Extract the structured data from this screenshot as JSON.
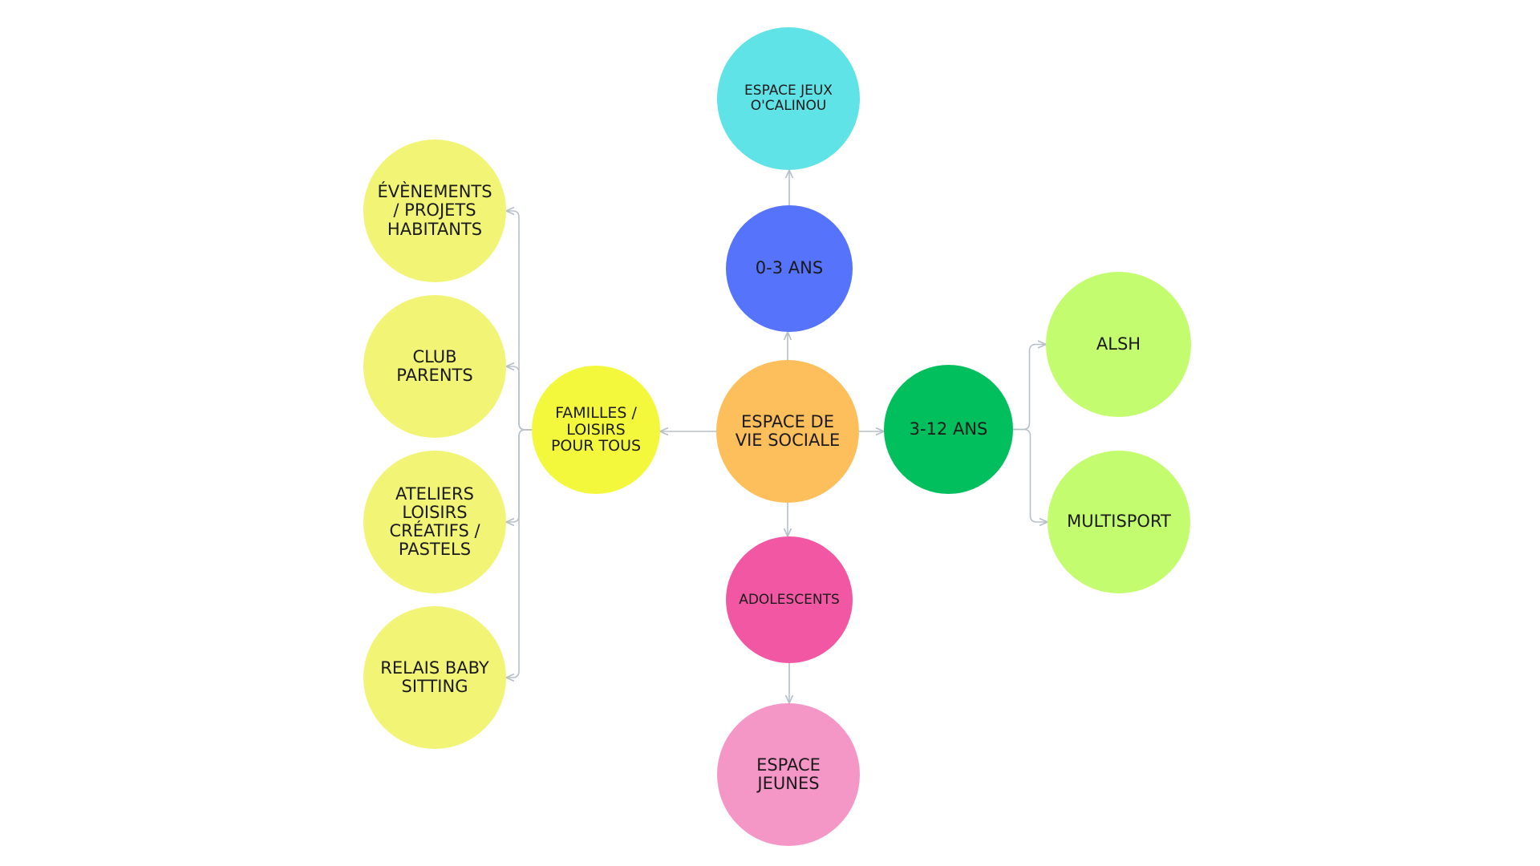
{
  "diagram": {
    "nodes": {
      "center": {
        "label": "ESPACE DE\nVIE SOCIALE",
        "color": "#FDBF5C"
      },
      "age_0_3": {
        "label": "0-3 ANS",
        "color": "#5673FC"
      },
      "espace_jeux": {
        "label": "ESPACE JEUX\nO'CALINOU",
        "color": "#5FE3E6"
      },
      "age_3_12": {
        "label": "3-12 ANS",
        "color": "#02BF5E"
      },
      "alsh": {
        "label": "ALSH",
        "color": "#C4FC6F"
      },
      "multisport": {
        "label": "MULTISPORT",
        "color": "#C4FC6F"
      },
      "adolescents": {
        "label": "ADOLESCENTS",
        "color": "#F257A4"
      },
      "espace_jeunes": {
        "label": "ESPACE\nJEUNES",
        "color": "#F497C7"
      },
      "familles": {
        "label": "FAMILLES /\nLOISIRS\nPOUR TOUS",
        "color": "#F4F83D"
      },
      "evenements": {
        "label": "ÉVÈNEMENTS\n/ PROJETS\nHABITANTS",
        "color": "#F2F476"
      },
      "club_parents": {
        "label": "CLUB\nPARENTS",
        "color": "#F2F476"
      },
      "ateliers": {
        "label": "ATELIERS\nLOISIRS\nCRÉATIFS /\nPASTELS",
        "color": "#F2F476"
      },
      "relais_baby": {
        "label": "RELAIS BABY\nSITTING",
        "color": "#F2F476"
      }
    },
    "edges": [
      {
        "from": "center",
        "to": "age_0_3"
      },
      {
        "from": "age_0_3",
        "to": "espace_jeux"
      },
      {
        "from": "center",
        "to": "age_3_12"
      },
      {
        "from": "age_3_12",
        "to": "alsh"
      },
      {
        "from": "age_3_12",
        "to": "multisport"
      },
      {
        "from": "center",
        "to": "adolescents"
      },
      {
        "from": "adolescents",
        "to": "espace_jeunes"
      },
      {
        "from": "center",
        "to": "familles"
      },
      {
        "from": "familles",
        "to": "evenements"
      },
      {
        "from": "familles",
        "to": "club_parents"
      },
      {
        "from": "familles",
        "to": "ateliers"
      },
      {
        "from": "familles",
        "to": "relais_baby"
      }
    ],
    "connector_color": "#B7C0C8"
  }
}
